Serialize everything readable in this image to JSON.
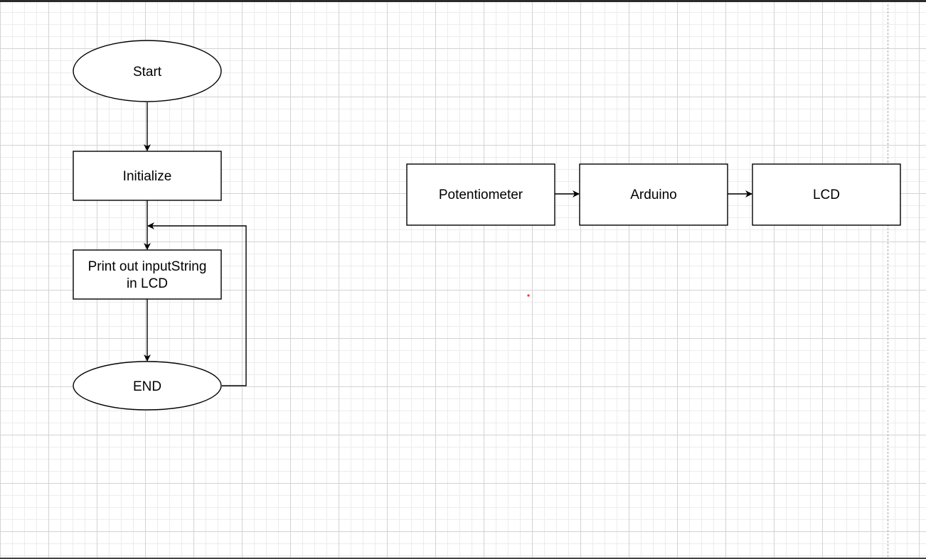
{
  "diagram": {
    "flowchart": {
      "start": "Start",
      "initialize": "Initialize",
      "print_line1": "Print out inputString",
      "print_line2": "in LCD",
      "end": "END"
    },
    "block_diagram": {
      "potentiometer": "Potentiometer",
      "arduino": "Arduino",
      "lcd": "LCD"
    }
  },
  "colors": {
    "stroke": "#000000",
    "fill": "#ffffff",
    "grid": "#d3d3d3",
    "cursor_dot": "#e53935"
  }
}
